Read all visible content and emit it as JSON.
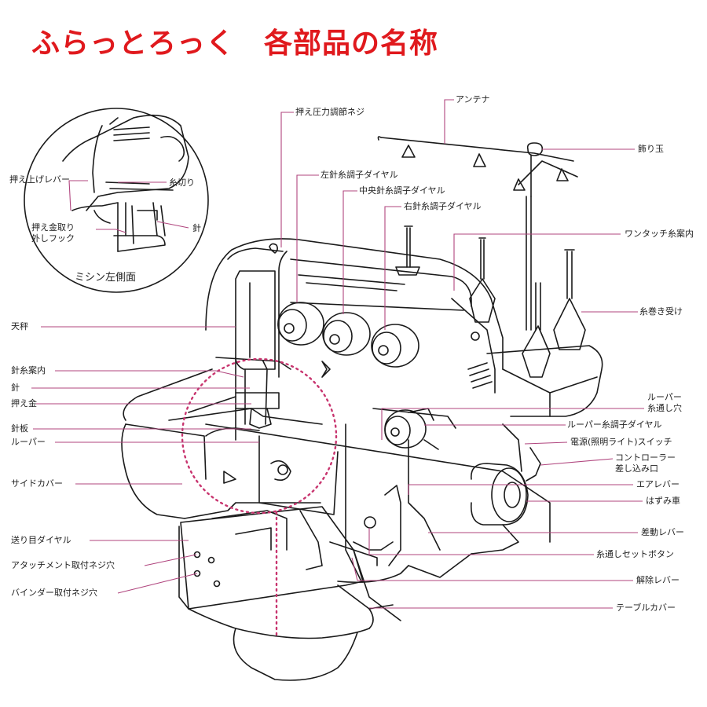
{
  "title": "ふらっとろっく　各部品の名称",
  "inset": {
    "caption": "ミシン左側面",
    "labels": {
      "presser_lift_lever": "押え上げレバー",
      "thread_cutter": "糸切り",
      "presser_removal_hook_line1": "押え金取り",
      "presser_removal_hook_line2": "外しフック",
      "needle": "針"
    }
  },
  "labels": {
    "antenna": "アンテナ",
    "pressure_screw": "押え圧力調節ネジ",
    "spool_cap": "飾り玉",
    "left_needle_dial": "左針糸調子ダイヤル",
    "center_needle_dial": "中央針糸調子ダイヤル",
    "right_needle_dial": "右針糸調子ダイヤル",
    "one_touch_guide": "ワンタッチ糸案内",
    "spool_holder": "糸巻き受け",
    "take_up": "天秤",
    "needle_thread_guide": "針糸案内",
    "needle": "針",
    "presser_foot": "押え金",
    "needle_plate": "針板",
    "looper_left": "ルーパー",
    "side_cover": "サイドカバー",
    "feed_dial": "送り目ダイヤル",
    "attachment_screw_hole": "アタッチメント取付ネジ穴",
    "binder_screw_hole": "バインダー取付ネジ穴",
    "looper_hole_line1": "ルーパー",
    "looper_hole_line2": "糸通し穴",
    "looper_dial": "ルーパー糸調子ダイヤル",
    "power_switch": "電源(照明ライト)スイッチ",
    "controller_line1": "コントローラー",
    "controller_line2": "差し込み口",
    "air_lever": "エアレバー",
    "handwheel": "はずみ車",
    "differential_lever": "差動レバー",
    "threading_set_button": "糸通しセットボタン",
    "release_lever": "解除レバー",
    "table_cover": "テーブルカバー"
  },
  "colors": {
    "title": "#e0191d",
    "leader": "#b0457e",
    "drawing": "#1a1a1a",
    "circle": "#c8356f"
  }
}
